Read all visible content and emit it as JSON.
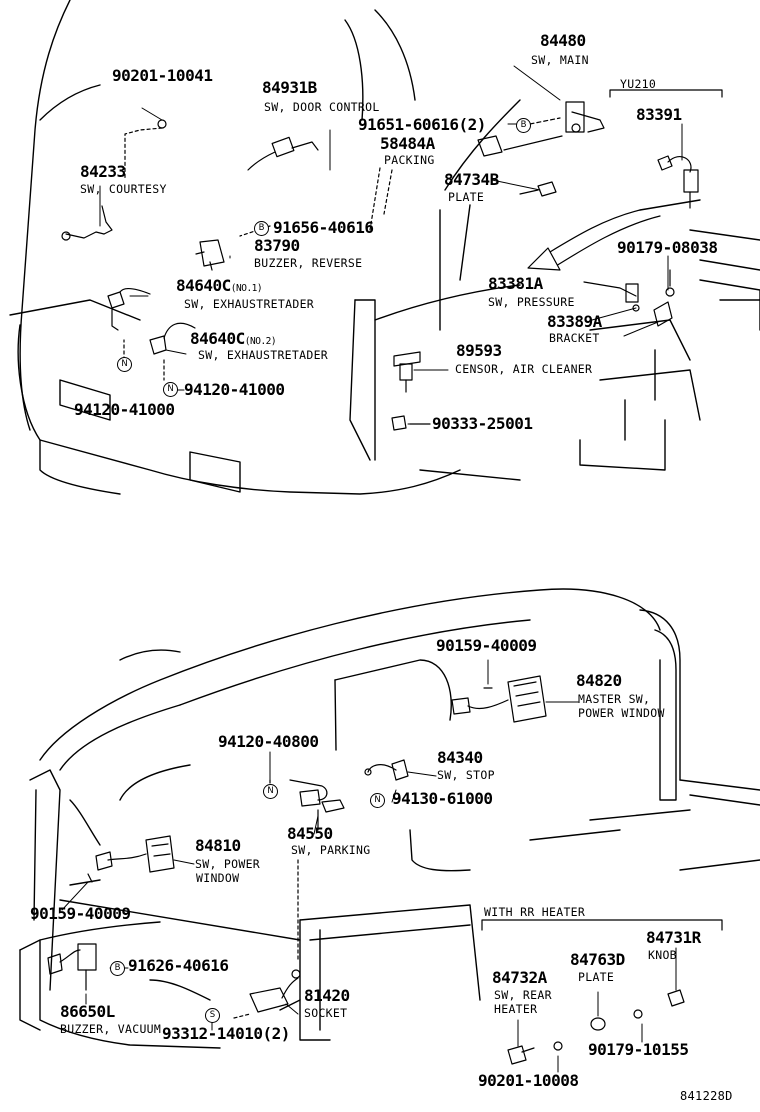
{
  "diagram_id": "841228D",
  "colors": {
    "ink": "#000000",
    "paper": "#ffffff"
  },
  "group_labels": {
    "yu210": "YU210",
    "with_rr_heater": "WITH RR HEATER"
  },
  "markers": {
    "b": "B",
    "n": "N",
    "s": "S"
  },
  "parts": [
    {
      "id": "84480",
      "pn": "84480",
      "desc": "SW, MAIN"
    },
    {
      "id": "90201-10041",
      "pn": "90201-10041"
    },
    {
      "id": "84931B",
      "pn": "84931B",
      "desc": "SW, DOOR CONTROL"
    },
    {
      "id": "91651-60616",
      "pn": "91651-60616(2)"
    },
    {
      "id": "83391",
      "pn": "83391"
    },
    {
      "id": "58484A",
      "pn": "58484A",
      "desc": "PACKING"
    },
    {
      "id": "84233",
      "pn": "84233",
      "desc": "SW, COURTESY"
    },
    {
      "id": "84734B",
      "pn": "84734B",
      "desc": "PLATE"
    },
    {
      "id": "91656-40616",
      "pn": "91656-40616"
    },
    {
      "id": "90179-08038",
      "pn": "90179-08038"
    },
    {
      "id": "83790",
      "pn": "83790",
      "desc": "BUZZER, REVERSE"
    },
    {
      "id": "84640C-1",
      "pn": "84640C",
      "note": "(NO.1)",
      "desc": "SW, EXHAUSTRETADER"
    },
    {
      "id": "83381A",
      "pn": "83381A",
      "desc": "SW, PRESSURE"
    },
    {
      "id": "83389A",
      "pn": "83389A",
      "desc": "BRACKET"
    },
    {
      "id": "84640C-2",
      "pn": "84640C",
      "note": "(NO.2)",
      "desc": "SW, EXHAUSTRETADER"
    },
    {
      "id": "89593",
      "pn": "89593",
      "desc": "CENSOR, AIR CLEANER"
    },
    {
      "id": "94120-41000-a",
      "pn": "94120-41000"
    },
    {
      "id": "94120-41000-b",
      "pn": "94120-41000"
    },
    {
      "id": "90333-25001",
      "pn": "90333-25001"
    },
    {
      "id": "90159-40009-a",
      "pn": "90159-40009"
    },
    {
      "id": "84820",
      "pn": "84820",
      "desc": "MASTER SW,",
      "desc2": "POWER WINDOW"
    },
    {
      "id": "94120-40800",
      "pn": "94120-40800"
    },
    {
      "id": "84340",
      "pn": "84340",
      "desc": "SW, STOP"
    },
    {
      "id": "94130-61000",
      "pn": "94130-61000"
    },
    {
      "id": "84810",
      "pn": "84810",
      "desc": "SW, POWER",
      "desc2": "WINDOW"
    },
    {
      "id": "84550",
      "pn": "84550",
      "desc": "SW, PARKING"
    },
    {
      "id": "90159-40009-b",
      "pn": "90159-40009"
    },
    {
      "id": "84731R",
      "pn": "84731R",
      "desc": "KNOB"
    },
    {
      "id": "84763D",
      "pn": "84763D",
      "desc": "PLATE"
    },
    {
      "id": "84732A",
      "pn": "84732A",
      "desc": "SW, REAR",
      "desc2": "HEATER"
    },
    {
      "id": "91626-40616",
      "pn": "91626-40616"
    },
    {
      "id": "86650L",
      "pn": "86650L",
      "desc": "BUZZER, VACUUM"
    },
    {
      "id": "81420",
      "pn": "81420",
      "desc": "SOCKET"
    },
    {
      "id": "90179-10155",
      "pn": "90179-10155"
    },
    {
      "id": "93312-14010",
      "pn": "93312-14010(2)"
    },
    {
      "id": "90201-10008",
      "pn": "90201-10008"
    }
  ]
}
